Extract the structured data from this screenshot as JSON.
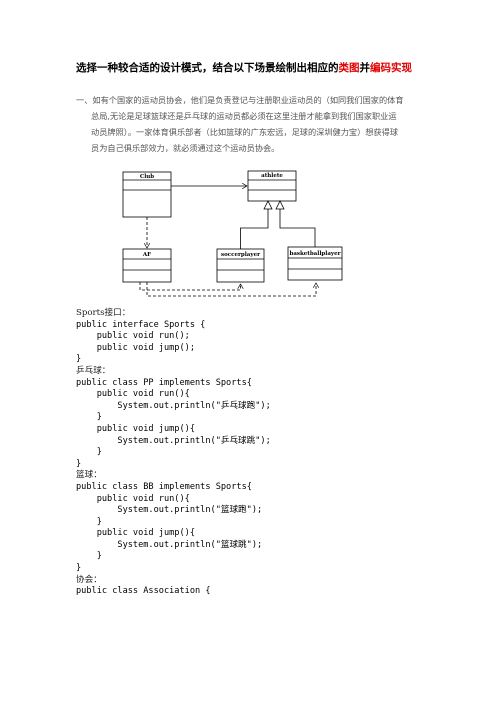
{
  "title": {
    "prefix": "选择一种较合适的设计模式，结合以下场景绘制出相应的",
    "highlight1": "类图",
    "middle": "并",
    "highlight2": "编码实现"
  },
  "question": {
    "line1": "一、如有个国家的运动员协会，他们是负责登记与注册职业运动员的（如同我们国家的体育",
    "line2": "总局,无论是足球篮球还是乒乓球的运动员都必须在这里注册才能拿到我们国家职业运",
    "line3": "动员牌照）。一家体育俱乐部者（比如篮球的广东宏远，足球的深圳健力宝）想获得球",
    "line4": "员为自己俱乐部效力，就必须通过这个运动员协会。"
  },
  "diagram": {
    "classes": {
      "club": "Club",
      "athlete": "athlete",
      "af": "AF",
      "soccer": "soccerplayer",
      "basket": "basketballplayer"
    }
  },
  "code": {
    "lines": [
      {
        "text": "Sports接口：",
        "kind": "cn"
      },
      {
        "text": "public interface Sports {",
        "kind": "code"
      },
      {
        "text": "    public void run();",
        "kind": "code"
      },
      {
        "text": "    public void jump();",
        "kind": "code"
      },
      {
        "text": "}",
        "kind": "code"
      },
      {
        "text": "乒乓球：",
        "kind": "cn"
      },
      {
        "text": "public class PP implements Sports{",
        "kind": "code"
      },
      {
        "text": "    public void run(){",
        "kind": "code"
      },
      {
        "text": "        System.out.println(\"乒乓球跑\");",
        "kind": "code"
      },
      {
        "text": "    }",
        "kind": "code"
      },
      {
        "text": "    public void jump(){",
        "kind": "code"
      },
      {
        "text": "        System.out.println(\"乒乓球跳\");",
        "kind": "code"
      },
      {
        "text": "    }",
        "kind": "code"
      },
      {
        "text": "}",
        "kind": "code"
      },
      {
        "text": "篮球：",
        "kind": "cn"
      },
      {
        "text": "public class BB implements Sports{",
        "kind": "code"
      },
      {
        "text": "    public void run(){",
        "kind": "code"
      },
      {
        "text": "        System.out.println(\"篮球跑\");",
        "kind": "code"
      },
      {
        "text": "    }",
        "kind": "code"
      },
      {
        "text": "    public void jump(){",
        "kind": "code"
      },
      {
        "text": "        System.out.println(\"篮球跳\");",
        "kind": "code"
      },
      {
        "text": "    }",
        "kind": "code"
      },
      {
        "text": "}",
        "kind": "code"
      },
      {
        "text": "协会：",
        "kind": "cn"
      },
      {
        "text": "public class Association {",
        "kind": "code"
      }
    ]
  }
}
